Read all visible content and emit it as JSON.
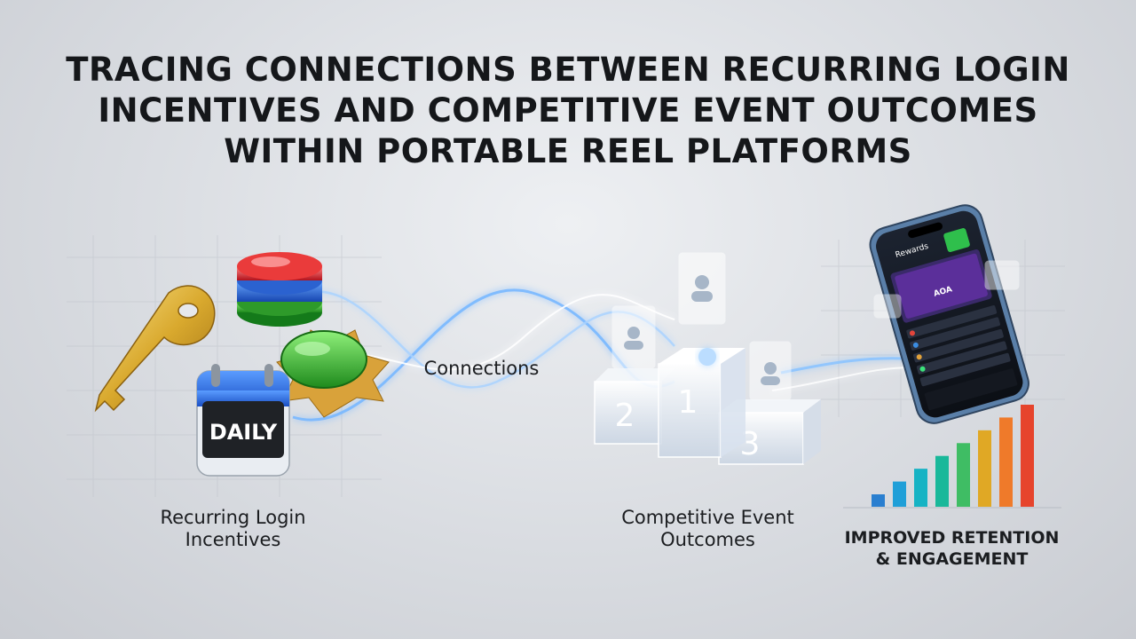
{
  "title": {
    "line1": "TRACING CONNECTIONS BETWEEN RECURRING LOGIN",
    "line2": "INCENTIVES AND COMPETITIVE EVENT OUTCOMES",
    "line3": "WITHIN PORTABLE REEL PLATFORMS"
  },
  "nodes": {
    "login": {
      "line1": "Recurring Login",
      "line2": "Incentives",
      "badge_text": "DAILY"
    },
    "connections": {
      "label": "Connections"
    },
    "events": {
      "line1": "Competitive Event",
      "line2": "Outcomes",
      "podium": [
        "2",
        "1",
        "3"
      ]
    },
    "retention": {
      "line1": "IMPROVED RETENTION",
      "line2": "& ENGAGEMENT"
    }
  },
  "phone": {
    "screen_label": "Rewards",
    "banner_text": "AOA"
  },
  "bar_chart": {
    "values": [
      1,
      2,
      3,
      4,
      5,
      6,
      7,
      8
    ],
    "colors": [
      "#2a7fd0",
      "#1f9fd8",
      "#16b3c4",
      "#19b89a",
      "#3fbd64",
      "#e0a825",
      "#ef7a2a",
      "#e6442c"
    ]
  },
  "colors": {
    "background": "#d9dce1",
    "title": "#15171a",
    "glow": "#6fb5ff"
  }
}
